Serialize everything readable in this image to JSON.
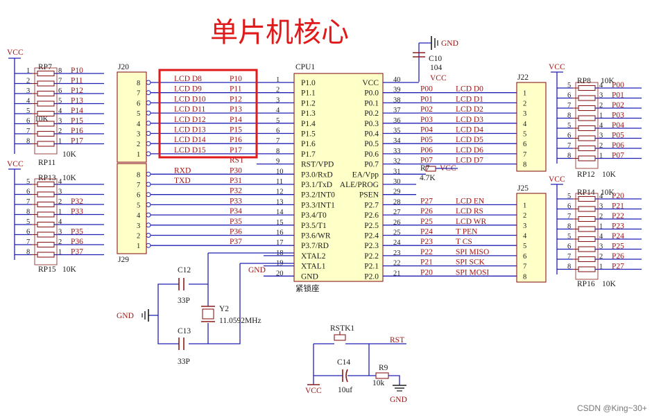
{
  "title": "单片机核心",
  "watermark": "CSDN @King~30+",
  "colors": {
    "title": "#e01a1a",
    "wire": "#1f1fb4",
    "component": "#8a1a1a",
    "chip_fill": "#ffffc8",
    "net_label": "#a01414",
    "highlight": "#e01a1a"
  },
  "power": {
    "vcc": "VCC",
    "gnd": "GND"
  },
  "cpu": {
    "ref": "CPU1",
    "footer": "紧锁座",
    "left_pins": [
      {
        "num": "1",
        "name": "P1.0"
      },
      {
        "num": "2",
        "name": "P1.1"
      },
      {
        "num": "3",
        "name": "P1.2"
      },
      {
        "num": "4",
        "name": "P1.3"
      },
      {
        "num": "5",
        "name": "P1.4"
      },
      {
        "num": "6",
        "name": "P1.5"
      },
      {
        "num": "7",
        "name": "P1.6"
      },
      {
        "num": "8",
        "name": "P1.7"
      },
      {
        "num": "9",
        "name": "RST/VPD"
      },
      {
        "num": "10",
        "name": "P3.0/RxD"
      },
      {
        "num": "11",
        "name": "P3.1/TxD"
      },
      {
        "num": "12",
        "name": "P3.2/INT0"
      },
      {
        "num": "13",
        "name": "P3.3/INT1"
      },
      {
        "num": "14",
        "name": "P3.4/T0"
      },
      {
        "num": "15",
        "name": "P3.5/T1"
      },
      {
        "num": "16",
        "name": "P3.6/WR"
      },
      {
        "num": "17",
        "name": "P3.7/RD"
      },
      {
        "num": "18",
        "name": "XTAL2"
      },
      {
        "num": "19",
        "name": "XTAL1"
      },
      {
        "num": "20",
        "name": "GND"
      }
    ],
    "right_pins": [
      {
        "num": "40",
        "name": "VCC"
      },
      {
        "num": "39",
        "name": "P0.0"
      },
      {
        "num": "38",
        "name": "P0.1"
      },
      {
        "num": "37",
        "name": "P0.2"
      },
      {
        "num": "36",
        "name": "P0.3"
      },
      {
        "num": "35",
        "name": "P0.4"
      },
      {
        "num": "34",
        "name": "P0.5"
      },
      {
        "num": "33",
        "name": "P0.6"
      },
      {
        "num": "32",
        "name": "P0.7"
      },
      {
        "num": "31",
        "name": "EA/Vpp"
      },
      {
        "num": "30",
        "name": "ALE/PROG"
      },
      {
        "num": "29",
        "name": "PSEN"
      },
      {
        "num": "28",
        "name": "P2.7"
      },
      {
        "num": "27",
        "name": "P2.6"
      },
      {
        "num": "26",
        "name": "P2.5"
      },
      {
        "num": "25",
        "name": "P2.4"
      },
      {
        "num": "24",
        "name": "P2.3"
      },
      {
        "num": "23",
        "name": "P2.2"
      },
      {
        "num": "22",
        "name": "P2.1"
      },
      {
        "num": "21",
        "name": "P2.0"
      }
    ]
  },
  "left_nets": [
    {
      "lcd": "LCD  D8",
      "port": "P10"
    },
    {
      "lcd": "LCD  D9",
      "port": "P11"
    },
    {
      "lcd": "LCD  D10",
      "port": "P12"
    },
    {
      "lcd": "LCD  D11",
      "port": "P13"
    },
    {
      "lcd": "LCD  D12",
      "port": "P14"
    },
    {
      "lcd": "LCD  D13",
      "port": "P15"
    },
    {
      "lcd": "LCD  D14",
      "port": "P16"
    },
    {
      "lcd": "LCD  D15",
      "port": "P17"
    },
    {
      "lcd": "",
      "port": "RST"
    },
    {
      "lcd": "RXD",
      "port": "P30"
    },
    {
      "lcd": "TXD",
      "port": "P31"
    },
    {
      "lcd": "",
      "port": "P32"
    },
    {
      "lcd": "",
      "port": "P33"
    },
    {
      "lcd": "",
      "port": "P34"
    },
    {
      "lcd": "",
      "port": "P35"
    },
    {
      "lcd": "",
      "port": "P36"
    },
    {
      "lcd": "",
      "port": "P37"
    }
  ],
  "right_nets": [
    {
      "port": "P00",
      "func": "LCD  D0"
    },
    {
      "port": "P01",
      "func": "LCD  D1"
    },
    {
      "port": "P02",
      "func": "LCD  D2"
    },
    {
      "port": "P03",
      "func": "LCD  D3"
    },
    {
      "port": "P04",
      "func": "LCD  D4"
    },
    {
      "port": "P05",
      "func": "LCD  D5"
    },
    {
      "port": "P06",
      "func": "LCD  D6"
    },
    {
      "port": "P07",
      "func": "LCD  D7"
    },
    {
      "port": "P27",
      "func": "LCD  EN"
    },
    {
      "port": "P26",
      "func": "LCD  RS"
    },
    {
      "port": "P25",
      "func": "LCD  WR"
    },
    {
      "port": "P24",
      "func": "T  PEN"
    },
    {
      "port": "P23",
      "func": "T  CS"
    },
    {
      "port": "P22",
      "func": "SPI  MISO"
    },
    {
      "port": "P21",
      "func": "SPI  SCK"
    },
    {
      "port": "P20",
      "func": "SPI  MOSI"
    }
  ],
  "connectors": {
    "J20": {
      "ref": "J20",
      "pins": [
        "8",
        "7",
        "6",
        "5",
        "4",
        "3",
        "2",
        "1"
      ]
    },
    "J29": {
      "ref": "J29",
      "pins": [
        "8",
        "7",
        "6",
        "5",
        "4",
        "3",
        "2",
        "1"
      ]
    },
    "J22": {
      "ref": "J22",
      "pins": [
        "1",
        "2",
        "3",
        "4",
        "5",
        "6",
        "7",
        "8"
      ]
    },
    "J25": {
      "ref": "J25",
      "pins": [
        "1",
        "2",
        "3",
        "4",
        "5",
        "6",
        "7",
        "8"
      ]
    }
  },
  "resnets": {
    "RP7": {
      "ref": "RP7",
      "value": "10K",
      "left_pins": [
        "1",
        "2",
        "3",
        "4",
        "5",
        "6",
        "7",
        "8"
      ],
      "right_pins": [
        "8",
        "7",
        "6",
        "5",
        "4",
        "3",
        "2",
        "1"
      ],
      "nets": [
        "P10",
        "P11",
        "P12",
        "P13",
        "P14",
        "P15",
        "P16",
        "P17"
      ]
    },
    "RP11": {
      "ref": "RP11",
      "value": "10K"
    },
    "RP13": {
      "ref": "RP13",
      "value": "10K",
      "left_pins": [
        "5",
        "6",
        "7",
        "8",
        "5",
        "6",
        "7",
        "8"
      ],
      "right_pins": [
        "4",
        "3",
        "2",
        "1",
        "4",
        "3",
        "2",
        "1"
      ],
      "nets": [
        "",
        "",
        "P32",
        "P33",
        "",
        "P35",
        "P36",
        "P37"
      ]
    },
    "RP15": {
      "ref": "RP15",
      "value": "10K"
    },
    "RP8": {
      "ref": "RP8",
      "value": "10K",
      "left_pins": [
        "5",
        "6",
        "7",
        "8",
        "5",
        "6",
        "7",
        "8"
      ],
      "right_pins": [
        "4",
        "3",
        "2",
        "1",
        "4",
        "3",
        "2",
        "1"
      ],
      "nets": [
        "P00",
        "P01",
        "P02",
        "P03",
        "P04",
        "P05",
        "P06",
        "P07"
      ]
    },
    "RP12": {
      "ref": "RP12",
      "value": "10K"
    },
    "RP14": {
      "ref": "RP14",
      "value": "10K",
      "left_pins": [
        "5",
        "6",
        "7",
        "8",
        "5",
        "6",
        "7",
        "8"
      ],
      "right_pins": [
        "4",
        "3",
        "2",
        "1",
        "4",
        "3",
        "2",
        "1"
      ],
      "nets": [
        "P20",
        "P21",
        "P22",
        "P23",
        "P24",
        "P25",
        "P26",
        "P27"
      ]
    },
    "RP16": {
      "ref": "RP16",
      "value": "10K"
    }
  },
  "parts": {
    "c10": {
      "ref": "C10",
      "value": "104"
    },
    "r7": {
      "ref": "R7",
      "value": "4.7K"
    },
    "c12": {
      "ref": "C12",
      "value": "33P"
    },
    "c13": {
      "ref": "C13",
      "value": "33P"
    },
    "y2": {
      "ref": "Y2",
      "value": "11.0592MHz"
    },
    "rstk1": {
      "ref": "RSTK1",
      "net": "RST"
    },
    "c14": {
      "ref": "C14",
      "value": "10uf"
    },
    "r9": {
      "ref": "R9",
      "value": "10k"
    }
  }
}
